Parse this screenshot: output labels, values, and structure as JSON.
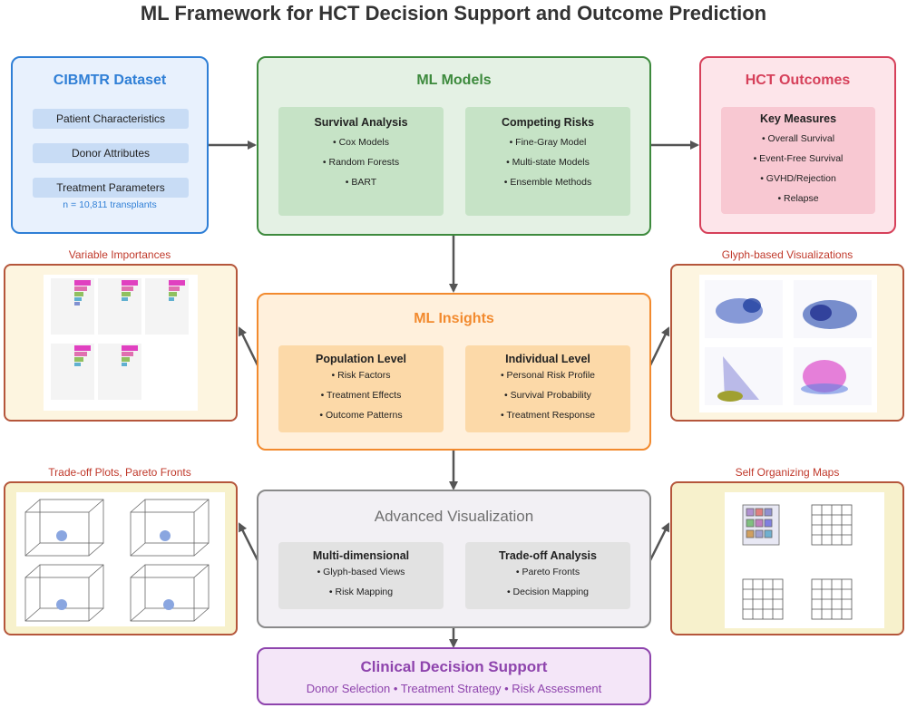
{
  "title": "ML Framework for HCT Decision Support and Outcome Prediction",
  "dataset": {
    "title": "CIBMTR Dataset",
    "items": [
      "Patient Characteristics",
      "Donor Attributes",
      "Treatment Parameters"
    ],
    "note": "n = 10,811 transplants"
  },
  "models": {
    "title": "ML Models",
    "survival": {
      "title": "Survival Analysis",
      "items": [
        "• Cox Models",
        "• Random Forests",
        "• BART"
      ]
    },
    "competing": {
      "title": "Competing Risks",
      "items": [
        "• Fine-Gray Model",
        "• Multi-state Models",
        "• Ensemble Methods"
      ]
    }
  },
  "outcomes": {
    "title": "HCT Outcomes",
    "sub_title": "Key Measures",
    "items": [
      "• Overall Survival",
      "• Event-Free Survival",
      "• GVHD/Rejection",
      "• Relapse"
    ]
  },
  "insights": {
    "title": "ML Insights",
    "population": {
      "title": "Population Level",
      "items": [
        "• Risk Factors",
        "• Treatment Effects",
        "• Outcome Patterns"
      ]
    },
    "individual": {
      "title": "Individual Level",
      "items": [
        "• Personal Risk Profile",
        "• Survival Probability",
        "• Treatment Response"
      ]
    }
  },
  "advanced": {
    "title": "Advanced Visualization",
    "multi": {
      "title": "Multi-dimensional",
      "items": [
        "• Glyph-based Views",
        "• Risk Mapping"
      ]
    },
    "tradeoff": {
      "title": "Trade-off Analysis",
      "items": [
        "• Pareto Fronts",
        "• Decision Mapping"
      ]
    }
  },
  "clinical": {
    "title": "Clinical Decision Support",
    "items": "Donor Selection • Treatment Strategy • Risk Assessment"
  },
  "side_labels": {
    "variable_importances": "Variable Importances",
    "glyph_visualizations": "Glyph-based Visualizations",
    "tradeoff_plots": "Trade-off Plots, Pareto Fronts",
    "som": "Self Organizing Maps"
  },
  "colors": {
    "blue": "#2f7fd6",
    "green": "#3d8a3d",
    "pink": "#d6405a",
    "orange": "#f28a2e",
    "gray": "#707070",
    "purple": "#8e44ad"
  }
}
